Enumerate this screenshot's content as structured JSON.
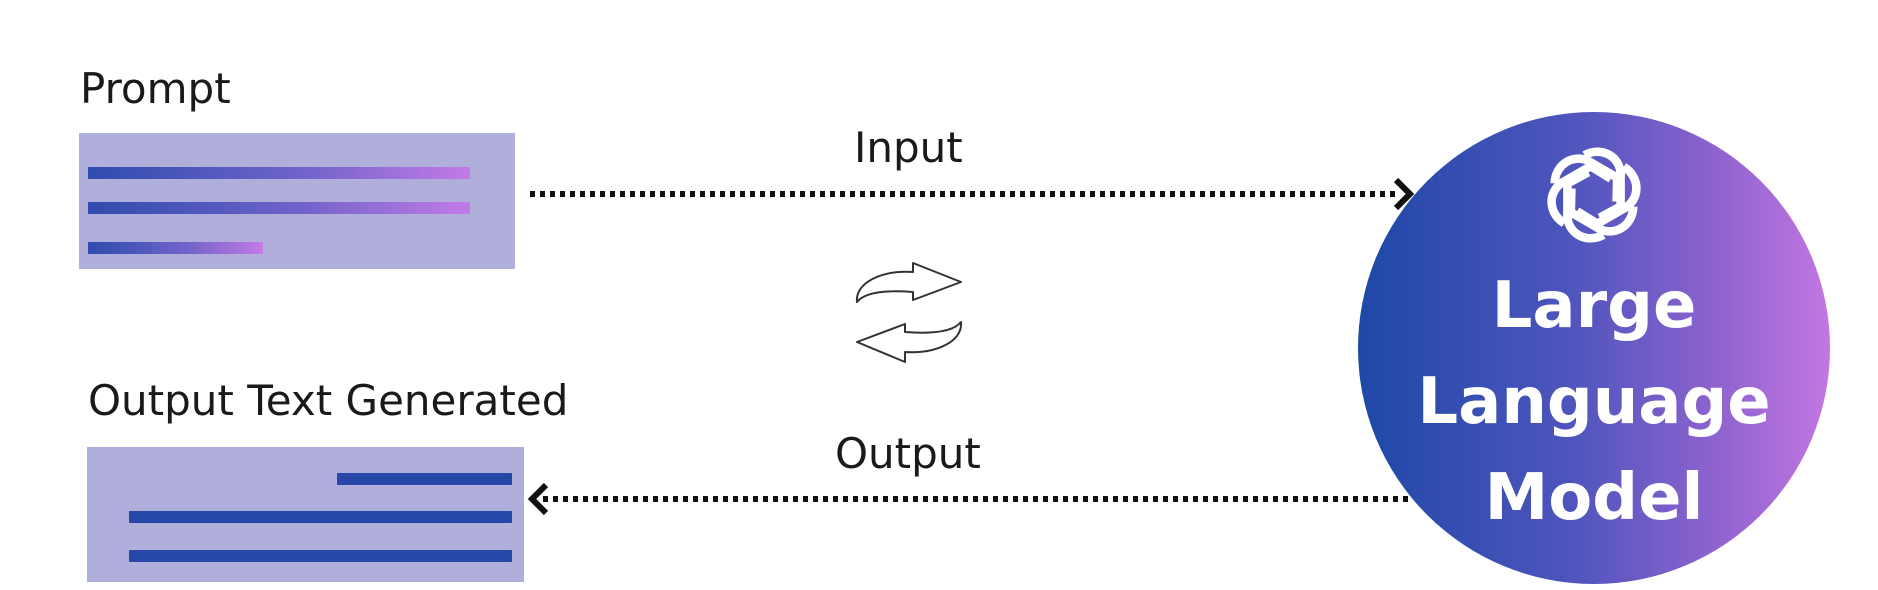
{
  "prompt": {
    "label": "Prompt"
  },
  "output_block": {
    "label": "Output Text Generated"
  },
  "connections": {
    "input_label": "Input",
    "output_label": "Output"
  },
  "model": {
    "lines": [
      "Large",
      "Language",
      "Model"
    ]
  },
  "colors": {
    "panel": "#b0aedb",
    "bar_start": "#2f4cae",
    "bar_end": "#c37ae6",
    "circle_start": "#1f48a6",
    "circle_end": "#c377e2",
    "arrow": "#111111"
  },
  "icons": [
    "openai-logo-icon",
    "cycle-arrows-icon",
    "arrow-right-icon",
    "arrow-left-icon"
  ]
}
